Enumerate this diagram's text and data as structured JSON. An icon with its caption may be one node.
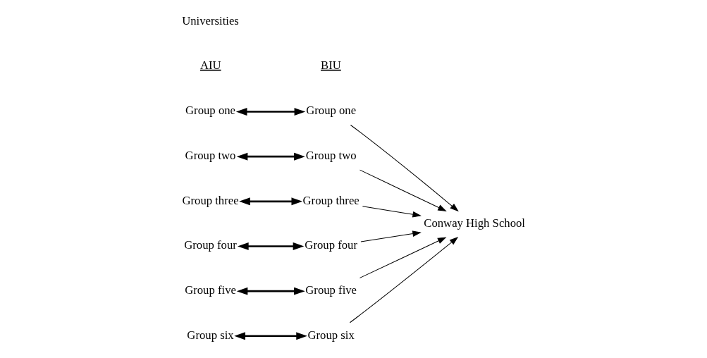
{
  "diagram": {
    "nodes": [
      {
        "text": [
          "Group one"
        ]
      },
      {
        "text": [
          "Group two"
        ]
      },
      {
        "text": [
          "Group three"
        ]
      },
      {
        "text": [
          "Group four"
        ]
      },
      {
        "text": [
          "Group five"
        ]
      },
      {
        "text": [
          "Group six"
        ]
      },
      {
        "text": [
          "Group one"
        ]
      },
      {
        "text": [
          "Group two"
        ]
      },
      {
        "text": [
          "Group three"
        ]
      },
      {
        "text": [
          "Group four"
        ]
      },
      {
        "text": [
          "Group five"
        ]
      },
      {
        "text": [
          "Group six"
        ]
      },
      {
        "text": [
          "Conway High School"
        ]
      }
    ],
    "edges": [
      {
        "from": 0,
        "to": 6,
        "arrow": "both",
        "style": "thick"
      },
      {
        "from": 1,
        "to": 7,
        "arrow": "both",
        "style": "thick"
      },
      {
        "from": 2,
        "to": 8,
        "arrow": "both",
        "style": "thick"
      },
      {
        "from": 3,
        "to": 9,
        "arrow": "both",
        "style": "thick"
      },
      {
        "from": 4,
        "to": 10,
        "arrow": "both",
        "style": "thick"
      },
      {
        "from": 5,
        "to": 11,
        "arrow": "both",
        "style": "thick"
      },
      {
        "from": 6,
        "to": 12,
        "arrow": "to"
      },
      {
        "from": 7,
        "to": 12,
        "arrow": "to"
      },
      {
        "from": 8,
        "to": 12,
        "arrow": "to"
      },
      {
        "from": 9,
        "to": 12,
        "arrow": "to"
      },
      {
        "from": 10,
        "to": 12,
        "arrow": "to"
      },
      {
        "from": 11,
        "to": 12,
        "arrow": "to"
      }
    ],
    "labels": [
      "Universities",
      "AIU",
      "BIU"
    ]
  }
}
